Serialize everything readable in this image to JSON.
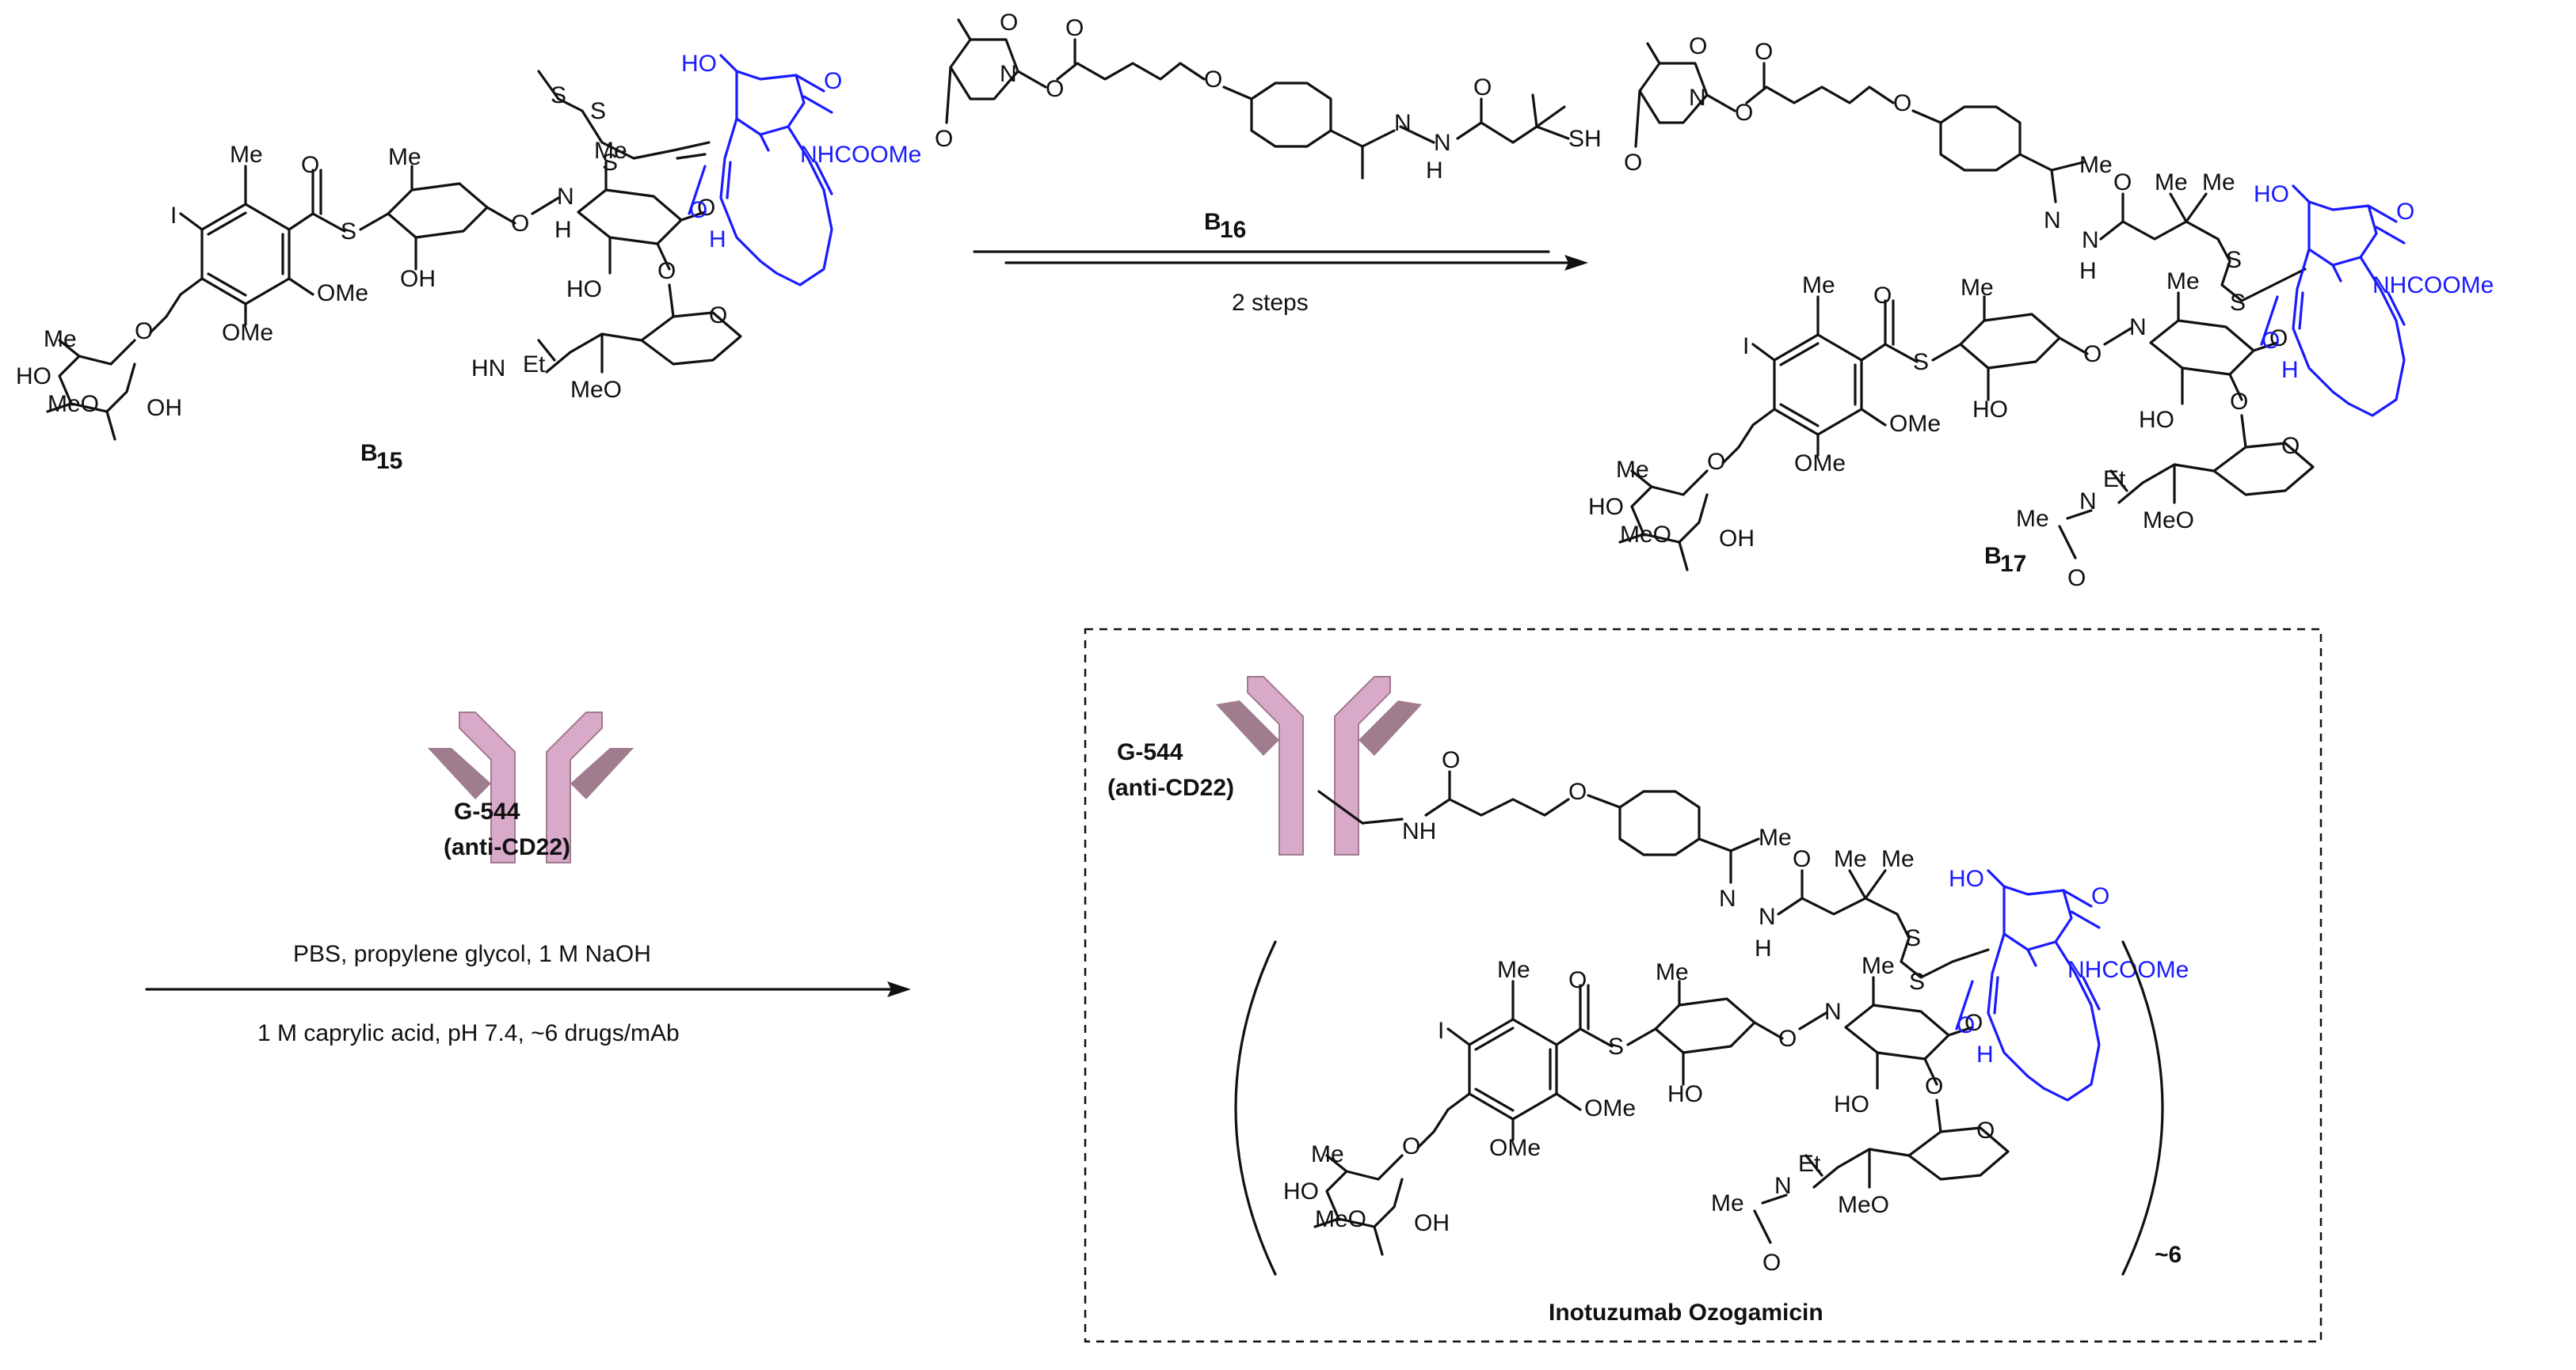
{
  "compounds": {
    "b15": {
      "label_main": "B",
      "label_sub": "15"
    },
    "b16": {
      "label_main": "B",
      "label_sub": "16"
    },
    "b17": {
      "label_main": "B",
      "label_sub": "17"
    },
    "product": {
      "name": "Inotuzumab Ozogamicin",
      "multiplier": "~6"
    }
  },
  "reaction1": {
    "conditions_below": "2 steps"
  },
  "reaction2": {
    "antibody_name": "G-544",
    "antibody_target": "(anti-CD22)",
    "conditions_above": "PBS, propylene glycol, 1 M NaOH",
    "conditions_below": "1 M caprylic acid, pH 7.4, ~6 drugs/mAb"
  },
  "atoms": {
    "me": "Me",
    "i": "I",
    "s": "S",
    "o": "O",
    "n": "N",
    "h": "H",
    "oh": "OH",
    "ho": "HO",
    "ome": "OMe",
    "meo": "MeO",
    "et": "Et",
    "hn": "HN",
    "nh": "NH",
    "sh": "SH",
    "nhcoome": "NHCOOMe",
    "ho_enediyne": "HO",
    "o_ketone": "O",
    "o_glyc": "O",
    "h_enediyne": "H"
  },
  "colors": {
    "enediyne": "#1a1aff",
    "antibody_light": "#d9a9c9",
    "antibody_dark": "#a07c8f",
    "text": "#111111"
  }
}
